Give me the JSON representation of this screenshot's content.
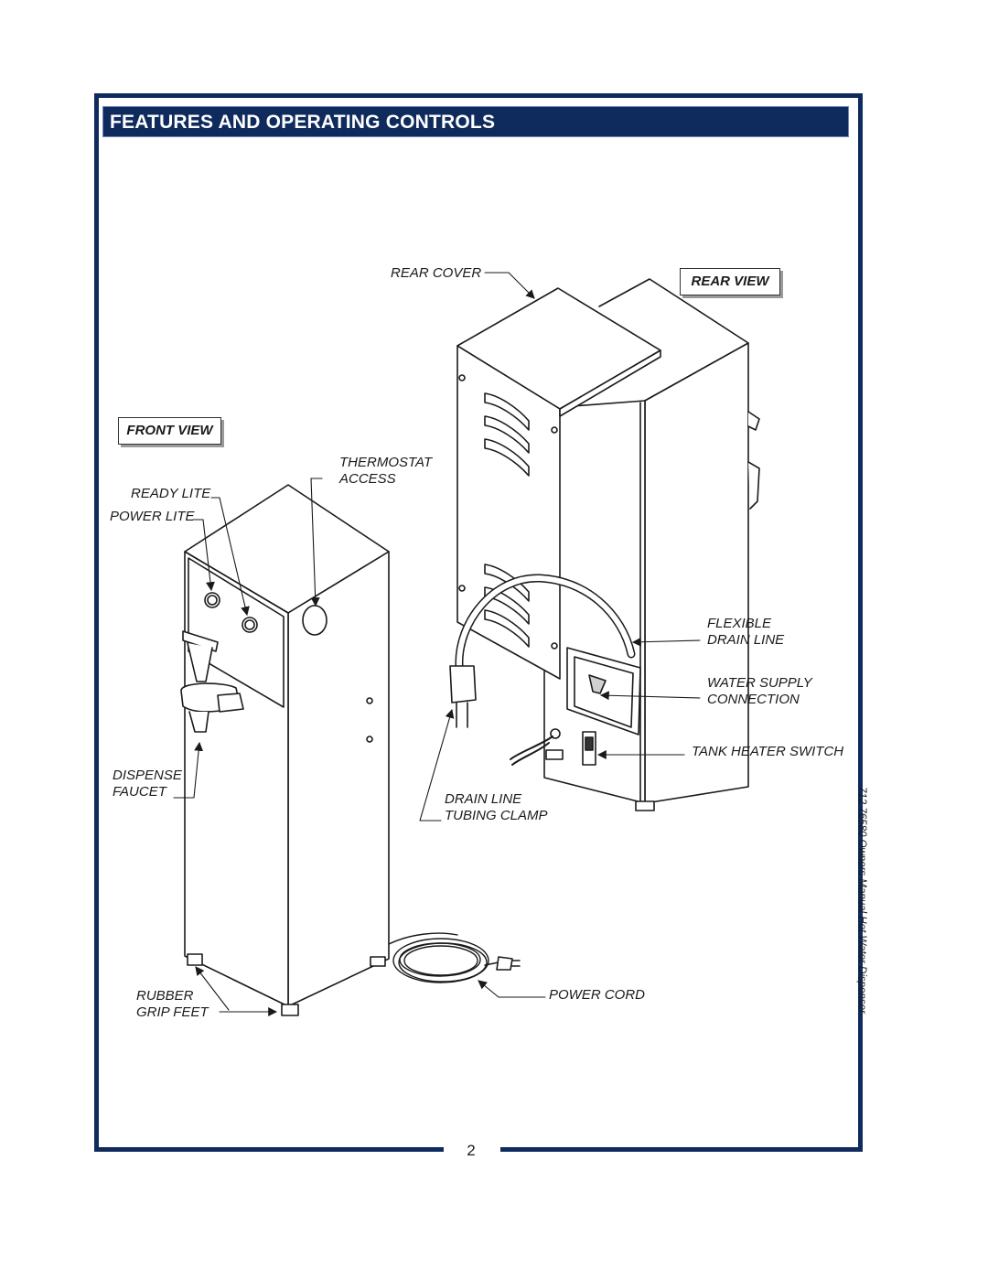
{
  "header": {
    "title": "FEATURES AND OPERATING CONTROLS"
  },
  "views": {
    "rear": "REAR VIEW",
    "front": "FRONT VIEW"
  },
  "labels": {
    "rear_cover": "REAR COVER",
    "thermostat_line1": "THERMOSTAT",
    "thermostat_line2": "ACCESS",
    "ready_lite": "READY LITE",
    "power_lite": "POWER LITE",
    "flexible_line1": "FLEXIBLE",
    "flexible_line2": "DRAIN LINE",
    "water_line1": "WATER SUPPLY",
    "water_line2": "CONNECTION",
    "tank_heater_switch": "TANK HEATER SWITCH",
    "dispense_line1": "DISPENSE",
    "dispense_line2": "FAUCET",
    "drain_clamp_line1": "DRAIN LINE",
    "drain_clamp_line2": "TUBING CLAMP",
    "rubber_line1": "RUBBER",
    "rubber_line2": "GRIP FEET",
    "power_cord": "POWER CORD"
  },
  "side_note": "712  76580  Owners Manual Hot Water Dispenser",
  "page_number": "2"
}
